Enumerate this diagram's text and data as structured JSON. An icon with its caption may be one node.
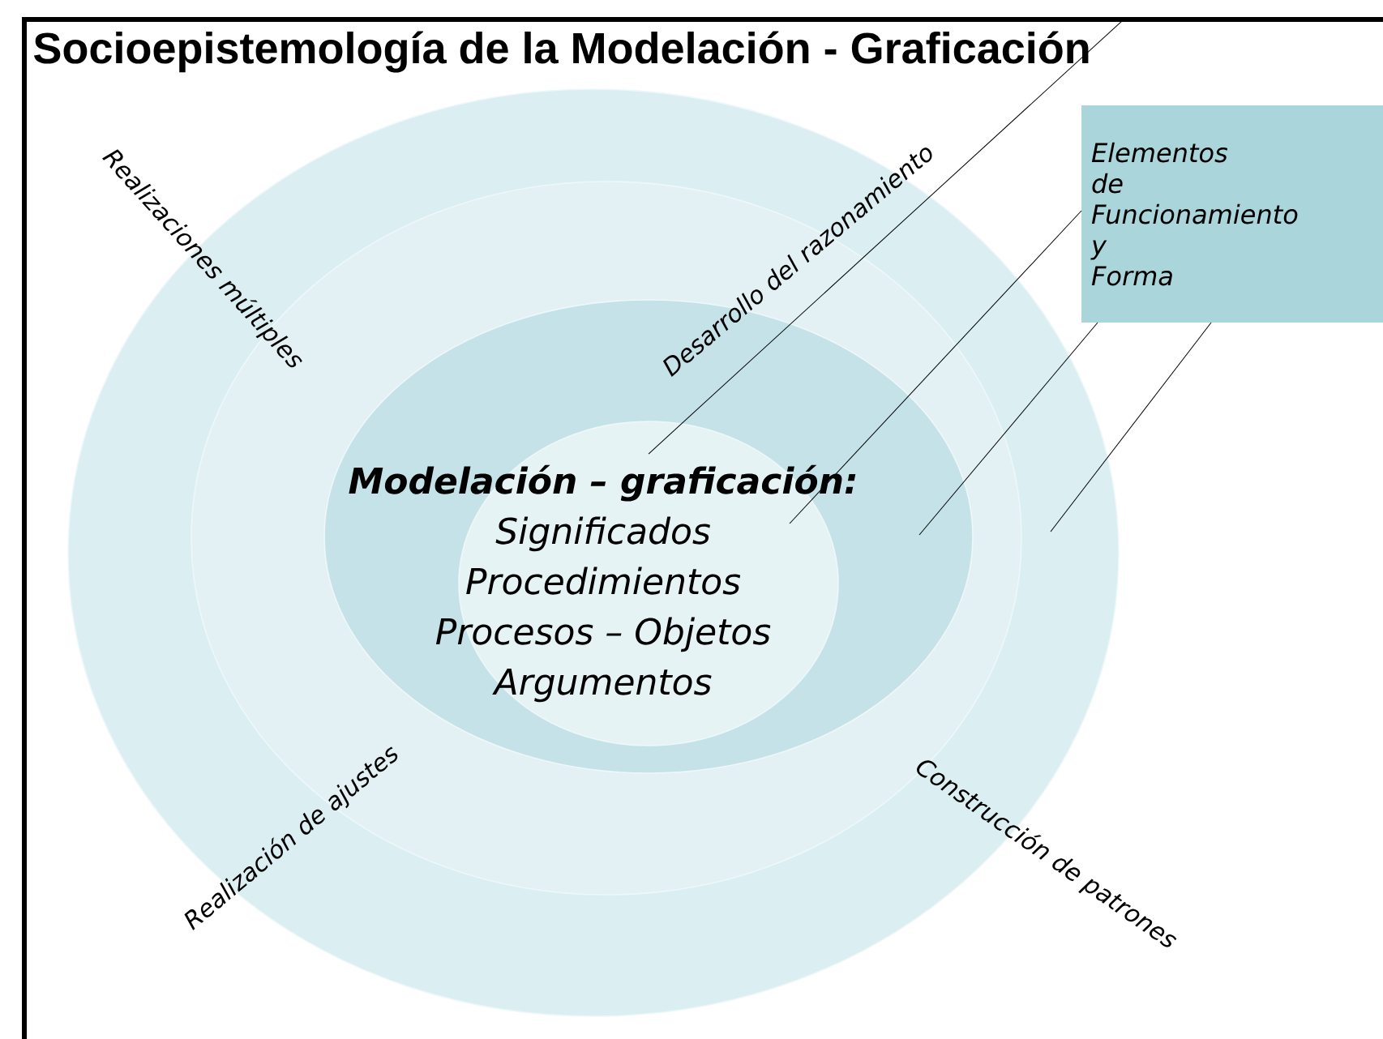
{
  "diagram": {
    "title": "Socioepistemología de la Modelación - Graficación",
    "nodes": [
      {
        "text": [],
        "shape": "circle"
      },
      {
        "text": [],
        "shape": "circle",
        "in": 0
      },
      {
        "text": [],
        "shape": "circle",
        "in": 1
      },
      {
        "text": [],
        "shape": "circle",
        "in": 2
      },
      {
        "text": [
          "Modelación – graficación:",
          "Significados",
          "Procedimientos",
          "Procesos – Objetos",
          "Argumentos"
        ],
        "in": 2
      },
      {
        "text": [
          "Elementos de Funcionamiento y Forma"
        ]
      }
    ],
    "edges": [
      {
        "from": null,
        "to": 4,
        "arrow": "none"
      },
      {
        "from": 5,
        "to": 3,
        "arrow": "none"
      },
      {
        "from": 5,
        "to": 2,
        "arrow": "none"
      },
      {
        "from": 5,
        "to": 0,
        "arrow": "none"
      }
    ],
    "labels": [
      "Realizaciones múltiples",
      "Desarrollo del razonamiento",
      "Realización de ajustes",
      "Construcción de patrones"
    ]
  }
}
